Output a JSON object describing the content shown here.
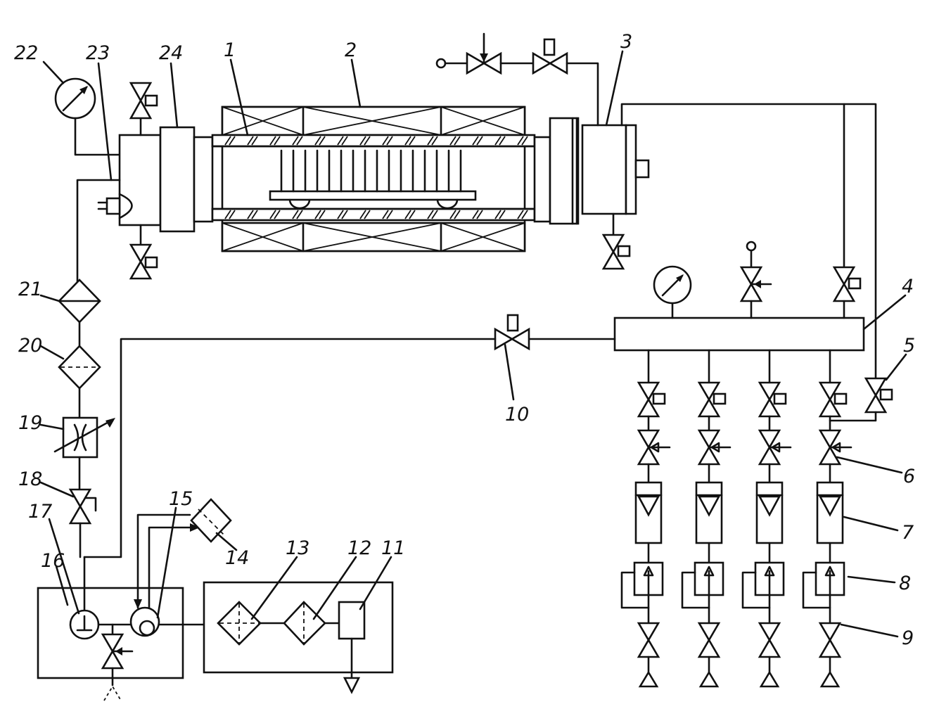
{
  "diagram": {
    "type": "process-schematic",
    "callouts": {
      "n1": "1",
      "n2": "2",
      "n3": "3",
      "n4": "4",
      "n5": "5",
      "n6": "6",
      "n7": "7",
      "n8": "8",
      "n9": "9",
      "n10": "10",
      "n11": "11",
      "n12": "12",
      "n13": "13",
      "n14": "14",
      "n15": "15",
      "n16": "16",
      "n17": "17",
      "n18": "18",
      "n19": "19",
      "n20": "20",
      "n21": "21",
      "n22": "22",
      "n23": "23",
      "n24": "24"
    },
    "flow_channels": 4,
    "furnace_rods": 16
  }
}
